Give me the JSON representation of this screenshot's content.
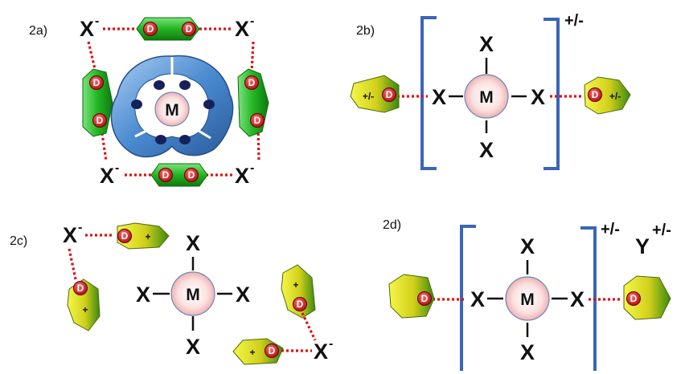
{
  "panels": {
    "a": {
      "label": "2a)",
      "halide": "X",
      "halide_charge": "-",
      "donor": "D",
      "metal": "M"
    },
    "b": {
      "label": "2b)",
      "ligand": "X",
      "metal": "M",
      "complex_charge": "+/-",
      "tag_charge": "+/-",
      "donor": "D"
    },
    "c": {
      "label": "2c)",
      "ligand": "X",
      "metal": "M",
      "halide": "X",
      "halide_charge": "-",
      "donor": "D",
      "tag_charge": "+"
    },
    "d": {
      "label": "2d)",
      "ligand": "X",
      "metal": "M",
      "complex_charge": "+/-",
      "counter_ion": "Y",
      "counter_charge": "+/-",
      "donor": "D"
    }
  },
  "colors": {
    "bracket": "#3a66b8",
    "dotted_link": "#e01010",
    "donor_fill": "#d81818",
    "green_unit": "#22b522",
    "yellow_unit": "#d6d61c",
    "macrocycle": "#4a8ad0",
    "metal_center": "#f6c8c8"
  }
}
